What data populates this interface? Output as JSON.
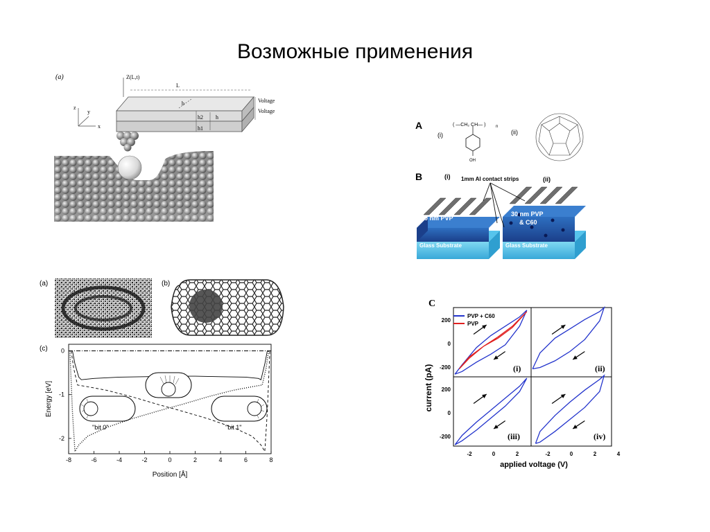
{
  "slide": {
    "title": "Возможные применения"
  },
  "fig_cantilever": {
    "panel": "(a)",
    "z_label": "Z(L,t)",
    "length": "L",
    "width": "b",
    "h2": "h2",
    "h": "h",
    "h1": "h1",
    "voltage_top": "Voltage",
    "voltage_bottom": "Voltage",
    "axis_z": "z",
    "axis_y": "y",
    "axis_x": "x"
  },
  "fig_device": {
    "panel_a": "A",
    "i_a": "(i)",
    "ii_a": "(ii)",
    "monomer_top": "( —CH₂ CH— )",
    "subscript_n": "n",
    "oh": "OH",
    "panel_b": "B",
    "i_b": "(i)",
    "ii_b": "(ii)",
    "strips_label": "1mm Al contact strips",
    "layer_left": "30 nm PVP",
    "layer_right_1": "30 nm PVP",
    "layer_right_2": "& C60",
    "substrate_left": "Glass Substrate",
    "substrate_right": "Glass Substrate"
  },
  "fig_energy": {
    "panel_a": "(a)",
    "panel_b": "(b)",
    "panel_c": "(c)",
    "ylabel": "Energy [eV]",
    "xlabel": "Position [Å]",
    "bit0": "\"bit 0\"",
    "bit1": "\"bit 1\"",
    "chart_data": {
      "type": "line",
      "xlabel": "Position [Å]",
      "ylabel": "Energy [eV]",
      "xlim": [
        -8,
        8
      ],
      "ylim": [
        -2.35,
        0.15
      ],
      "xticks": [
        -8,
        -6,
        -4,
        -2,
        0,
        2,
        4,
        6,
        8
      ],
      "yticks": [
        0,
        -1,
        -2
      ],
      "series": [
        {
          "style": "dash-dot",
          "x": [
            -8,
            8
          ],
          "y": [
            0,
            0
          ]
        },
        {
          "style": "solid",
          "x": [
            -7.7,
            -7.5,
            -7.2,
            -7.0,
            -6.0,
            -4.0,
            -2.0,
            0,
            2.0,
            4.0,
            6.0,
            7.0,
            7.2,
            7.5,
            7.7
          ],
          "y": [
            0.0,
            -0.3,
            -0.6,
            -0.66,
            -0.63,
            -0.6,
            -0.59,
            -0.58,
            -0.58,
            -0.59,
            -0.6,
            -0.63,
            -0.66,
            -0.3,
            0.0
          ]
        },
        {
          "style": "dashed",
          "x": [
            -7.8,
            -7.6,
            -7.3,
            -6.5,
            -5.0,
            -3.0,
            -1.0,
            0,
            1.0,
            3.0,
            5.0,
            6.5,
            7.2,
            7.5,
            7.7,
            7.9
          ],
          "y": [
            0.0,
            -0.4,
            -0.78,
            -0.82,
            -0.9,
            -1.05,
            -1.22,
            -1.3,
            -1.38,
            -1.55,
            -1.75,
            -1.95,
            -2.15,
            -2.3,
            -1.4,
            0.0
          ]
        },
        {
          "style": "dotted",
          "x": [
            -7.9,
            -7.7,
            -7.5,
            -7.2,
            -6.5,
            -5.0,
            -3.0,
            -1.0,
            0,
            1.0,
            3.0,
            5.0,
            6.5,
            7.3,
            7.6,
            7.8
          ],
          "y": [
            0.0,
            -1.4,
            -2.3,
            -2.15,
            -1.95,
            -1.75,
            -1.55,
            -1.38,
            -1.3,
            -1.22,
            -1.05,
            -0.9,
            -0.82,
            -0.78,
            -0.4,
            0.0
          ]
        }
      ]
    }
  },
  "fig_iv": {
    "panel": "C",
    "ylabel": "current (pA)",
    "xlabel": "applied voltage (V)",
    "legend_1": "PVP + C60",
    "legend_2": "PVP",
    "colors": {
      "pvp_c60": "#2233cc",
      "pvp": "#e02020"
    },
    "panel_labels": [
      "(i)",
      "(ii)",
      "(iii)",
      "(iv)"
    ],
    "yticks": [
      "200",
      "0",
      "-200"
    ],
    "xticks": [
      "-2",
      "0",
      "2",
      "-2",
      "0",
      "2",
      "4"
    ],
    "chart_data": {
      "type": "line",
      "xlabel": "applied voltage (V)",
      "ylabel": "current (pA)",
      "xlim": [
        -2.6,
        2.8
      ],
      "ylim": [
        -260,
        260
      ],
      "panels": [
        {
          "label": "(i)",
          "series": [
            {
              "name": "PVP + C60",
              "x": [
                -2.5,
                -2.0,
                -1.0,
                0,
                1.0,
                2.0,
                2.5,
                2.0,
                1.0,
                0,
                -1.0,
                -2.0,
                -2.5
              ],
              "y": [
                -240,
                -170,
                -40,
                50,
                120,
                190,
                240,
                120,
                -20,
                -90,
                -150,
                -220,
                -240
              ]
            },
            {
              "name": "PVP",
              "x": [
                -2.2,
                -1.5,
                -0.5,
                0.5,
                1.5,
                2.5,
                1.5,
                0.5,
                -0.5,
                -1.5,
                -2.2
              ],
              "y": [
                -200,
                -110,
                -30,
                40,
                120,
                230,
                110,
                30,
                -30,
                -120,
                -200
              ]
            }
          ]
        },
        {
          "label": "(ii)",
          "series": [
            {
              "name": "PVP + C60",
              "x": [
                -2.5,
                -2.0,
                -1.0,
                0,
                1.0,
                2.0,
                2.3,
                2.0,
                1.0,
                0,
                -1.0,
                -2.0,
                -2.5
              ],
              "y": [
                -200,
                -80,
                30,
                100,
                170,
                230,
                260,
                160,
                20,
                -70,
                -140,
                -190,
                -200
              ]
            }
          ]
        },
        {
          "label": "(iii)",
          "series": [
            {
              "name": "PVP + C60",
              "x": [
                -2.5,
                -2.0,
                -1.0,
                0,
                1.0,
                2.0,
                2.5,
                2.0,
                1.0,
                0,
                -1.0,
                -2.0,
                -2.5
              ],
              "y": [
                -250,
                -180,
                -80,
                10,
                100,
                190,
                250,
                150,
                40,
                -50,
                -140,
                -220,
                -250
              ]
            }
          ]
        },
        {
          "label": "(iv)",
          "series": [
            {
              "name": "PVP + C60",
              "x": [
                -2.3,
                -2.0,
                -1.0,
                0,
                1.0,
                2.0,
                2.3,
                2.0,
                1.0,
                0,
                -1.0,
                -2.0,
                -2.3
              ],
              "y": [
                -240,
                -150,
                -30,
                70,
                160,
                240,
                270,
                150,
                30,
                -60,
                -150,
                -230,
                -240
              ]
            }
          ]
        }
      ]
    }
  }
}
